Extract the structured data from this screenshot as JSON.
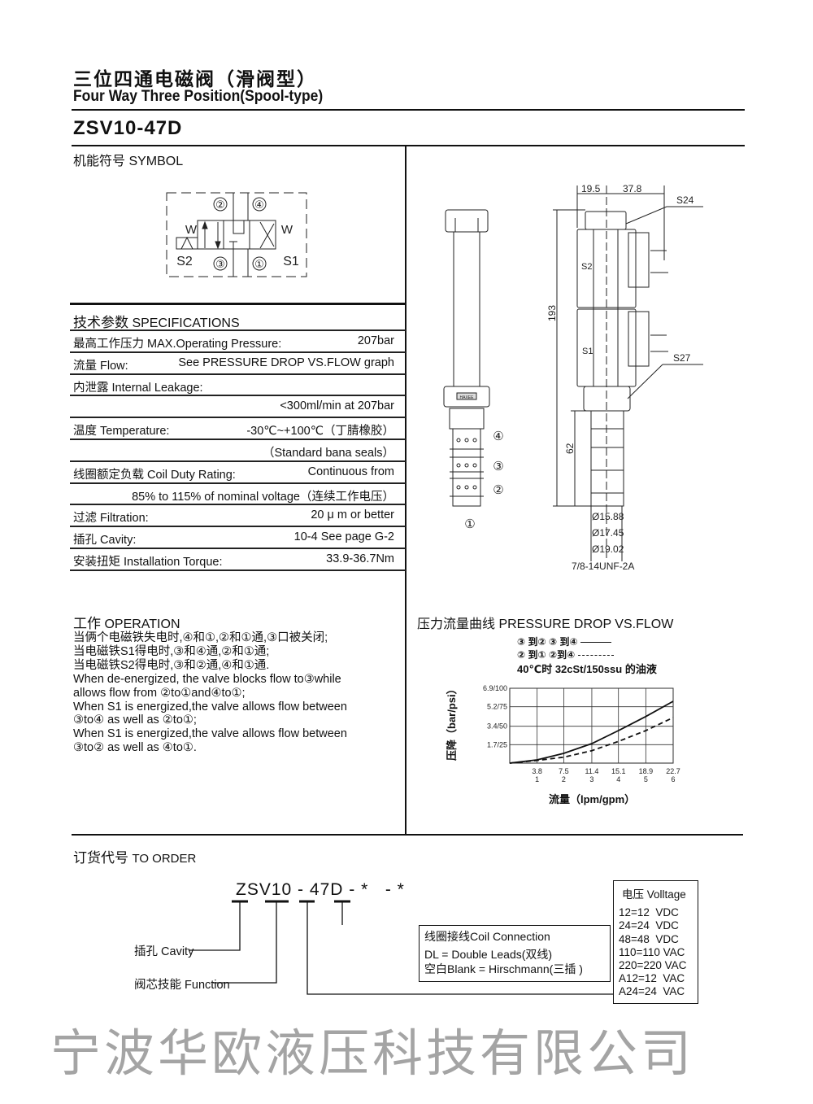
{
  "header": {
    "title_cn": "三位四通电磁阀（滑阀型）",
    "title_en": "Four Way Three Position(Spool-type)",
    "model": "ZSV10-47D"
  },
  "symbol": {
    "heading": "机能符号 SYMBOL",
    "ports": [
      "②",
      "④",
      "③",
      "①"
    ],
    "labels": {
      "w_left": "W",
      "w_right": "W",
      "s2": "S2",
      "s1": "S1"
    }
  },
  "specs": {
    "heading_cn": "技术参数",
    "heading_en": "SPECIFICATIONS",
    "rows": [
      {
        "label": "最高工作压力 MAX.Operating Pressure:",
        "value": "207bar"
      },
      {
        "label": "流量 Flow:",
        "value": "See PRESSURE DROP VS.FLOW graph"
      },
      {
        "label": "内泄露 Internal Leakage:",
        "value": ""
      },
      {
        "label": "",
        "value": "<300ml/min at 207bar"
      },
      {
        "label": "温度 Temperature:",
        "value": "-30℃~+100℃（丁腈橡胶）"
      },
      {
        "label": "",
        "value": "（Standard bana seals）"
      },
      {
        "label": "线圈额定负载 Coil Duty Rating:",
        "value": "Continuous from"
      },
      {
        "label": "",
        "value": "85% to 115% of nominal voltage（连续工作电压）"
      },
      {
        "label": "过滤 Filtration:",
        "value": "20 μ m or better"
      },
      {
        "label": "插孔 Cavity:",
        "value": "10-4 See page G-2"
      },
      {
        "label": "安装扭矩 Installation Torque:",
        "value": "33.9-36.7Nm"
      }
    ]
  },
  "drawing": {
    "ports": {
      "p4": "④",
      "p3": "③",
      "p2": "②",
      "p1": "①"
    },
    "dim_19_5": "19.5",
    "dim_37_8": "37.8",
    "s24": "S24",
    "s27": "S27",
    "s2": "S2",
    "s1": "S1",
    "dim_193": "193",
    "dim_62": "62",
    "d1": "Ø15.88",
    "d2": "Ø17.45",
    "d3": "Ø19.02",
    "thread": "7/8-14UNF-2A",
    "brand": "HAXEE"
  },
  "watermark": "宁波华欧液压科技有限公司",
  "operation": {
    "heading_cn": "工作",
    "heading_en": "OPERATION",
    "lines": [
      "当俩个电磁铁失电时,④和①,②和①通,③口被关闭;",
      "当电磁铁S1得电时,③和④通,②和①通;",
      "当电磁铁S2得电时,③和②通,④和①通.",
      "When de-energized, the valve blocks flow to③while",
      "allows flow from  ②to①and④to①;",
      "When S1 is energized,the valve  allows flow between",
      "③to④ as well as ②to①;",
      "When S1 is energized,the valve  allows flow between",
      "③to② as well as ④to①."
    ]
  },
  "chart_data": {
    "type": "line",
    "title": "压力流量曲线 PRESSURE DROP VS.FLOW",
    "legend": [
      {
        "label": "③ 到② ③ 到④",
        "style": "solid"
      },
      {
        "label": "② 到① ②到④",
        "style": "dashed"
      }
    ],
    "note": "40℃时 32cSt/150ssu 的油液",
    "xlabel": "流量（lpm/gpm）",
    "ylabel": "压降（bar/psi）",
    "x_ticks_lpm": [
      "3.8",
      "7.5",
      "11.4",
      "15.1",
      "18.9",
      "22.7"
    ],
    "x_ticks_gpm": [
      "1",
      "2",
      "3",
      "4",
      "5",
      "6"
    ],
    "y_ticks": [
      "1.7/25",
      "3.4/50",
      "5.2/75",
      "6.9/100"
    ],
    "xlim": [
      0,
      22.7
    ],
    "ylim": [
      0,
      6.9
    ],
    "grid": true,
    "x": [
      0,
      3.8,
      7.5,
      11.4,
      15.1,
      18.9,
      22.7
    ],
    "series": [
      {
        "name": "③→② / ③→④",
        "values": [
          0,
          0.3,
          0.9,
          1.8,
          3.0,
          4.3,
          5.7
        ]
      },
      {
        "name": "②→① / ②→④",
        "values": [
          0,
          0.25,
          0.55,
          1.15,
          2.0,
          3.0,
          4.2
        ]
      }
    ]
  },
  "order": {
    "heading_cn": "订货代号",
    "heading_en": "TO ORDER",
    "code": {
      "p1": "ZSV",
      "p2": "10",
      "s1": "-",
      "p3": "47D",
      "s2": "-",
      "p4": "*",
      "s3": "-",
      "p5": "*"
    },
    "cavity": "插孔 Cavity",
    "function": "阀芯技能 Function",
    "coil": {
      "title": "线圈接线Coil Connection",
      "opts": [
        "DL = Double Leads(双线)",
        "空白Blank = Hirschmann(三插 )"
      ]
    },
    "voltage": {
      "title": "电压 Volltage",
      "opts": [
        "12=12  VDC",
        "24=24  VDC",
        "48=48  VDC",
        "110=110 VAC",
        "220=220 VAC",
        "A12=12  VAC",
        "A24=24  VAC"
      ]
    }
  }
}
